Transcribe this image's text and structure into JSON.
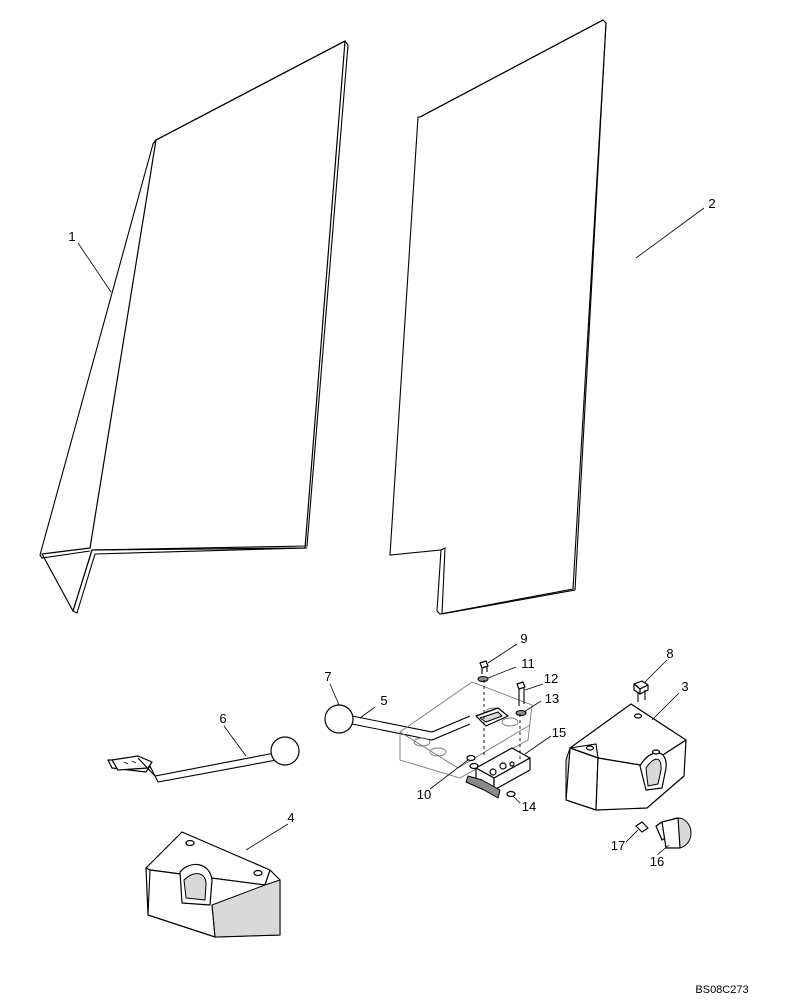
{
  "diagram": {
    "callouts": [
      "1",
      "2",
      "3",
      "4",
      "5",
      "6",
      "7",
      "8",
      "9",
      "10",
      "11",
      "12",
      "13",
      "14",
      "15",
      "16",
      "17"
    ],
    "drawing_code": "BS08C273"
  }
}
